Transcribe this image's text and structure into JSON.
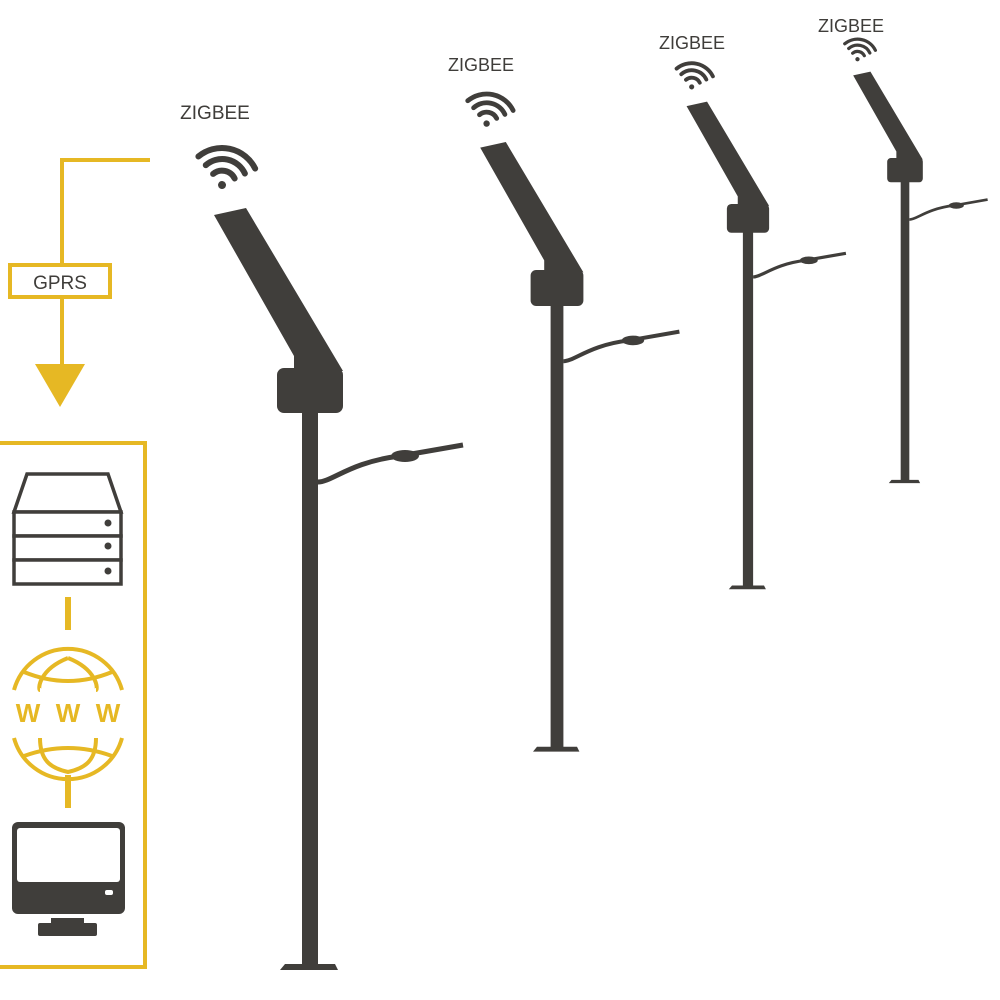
{
  "diagram": {
    "gprs_label": "GPRS",
    "poles": [
      {
        "label": "ZIGBEE",
        "scale": 1.0
      },
      {
        "label": "ZIGBEE",
        "scale": 0.8
      },
      {
        "label": "ZIGBEE",
        "scale": 0.64
      },
      {
        "label": "ZIGBEE",
        "scale": 0.54
      }
    ],
    "globe_text": [
      "W",
      "W",
      "W"
    ],
    "colors": {
      "accent": "#E6B824",
      "dark": "#403e3b"
    },
    "icons": [
      "server-icon",
      "globe-www-icon",
      "monitor-icon",
      "wifi-icon"
    ]
  }
}
